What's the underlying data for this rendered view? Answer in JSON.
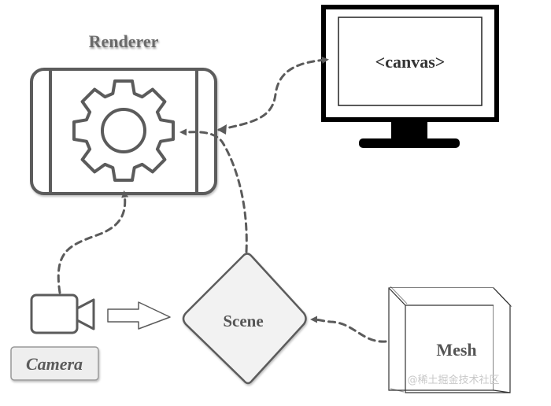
{
  "diagram": {
    "renderer_label": "Renderer",
    "canvas_label": "<canvas>",
    "scene_label": "Scene",
    "mesh_label": "Mesh",
    "camera_label": "Camera",
    "watermark": "@稀土掘金技术社区"
  },
  "colors": {
    "stroke": "#5b5b5b",
    "monitor": "#000000",
    "fill_light": "#f2f2f2",
    "label_gray": "#6a6a6a",
    "text_dark": "#333333"
  },
  "icons": [
    "gear-icon",
    "monitor-icon",
    "camera-icon",
    "cube-icon",
    "arrow-right-icon"
  ]
}
